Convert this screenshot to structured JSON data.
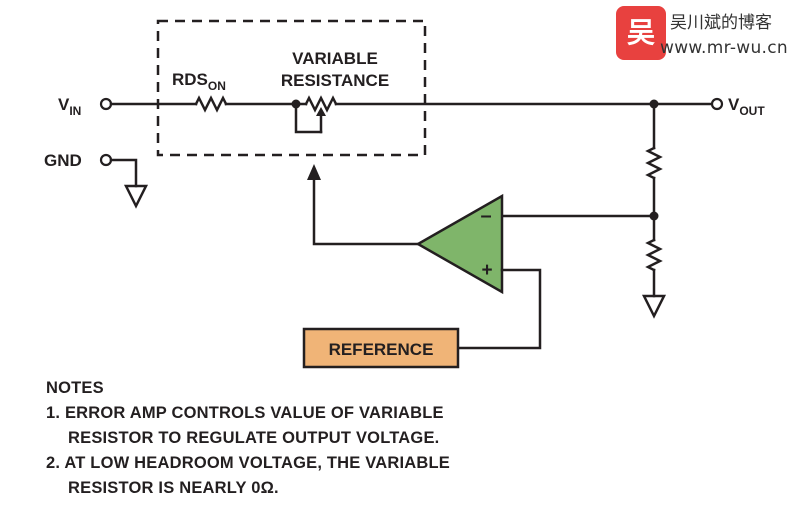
{
  "labels": {
    "vin_main": "V",
    "vin_sub": "IN",
    "gnd": "GND",
    "rds_main": "RDS",
    "rds_sub": "ON",
    "variable_line1": "VARIABLE",
    "variable_line2": "RESISTANCE",
    "vout_main": "V",
    "vout_sub": "OUT",
    "minus": "–",
    "plus": "+",
    "reference": "REFERENCE"
  },
  "colors": {
    "amp_fill": "#7fb56a",
    "reference_fill": "#f0b477",
    "line": "#231f20"
  },
  "notes": {
    "heading": "NOTES",
    "note1_line1": "1. ERROR AMP CONTROLS VALUE OF VARIABLE",
    "note1_line2": "RESISTOR TO REGULATE OUTPUT VOLTAGE.",
    "note2_line1": "2. AT LOW HEADROOM VOLTAGE, THE VARIABLE",
    "note2_line2": "RESISTOR IS NEARLY 0Ω."
  },
  "watermark": {
    "logo_glyph": "吴",
    "title": "吴川斌的博客",
    "url": "www.mr-wu.cn"
  }
}
